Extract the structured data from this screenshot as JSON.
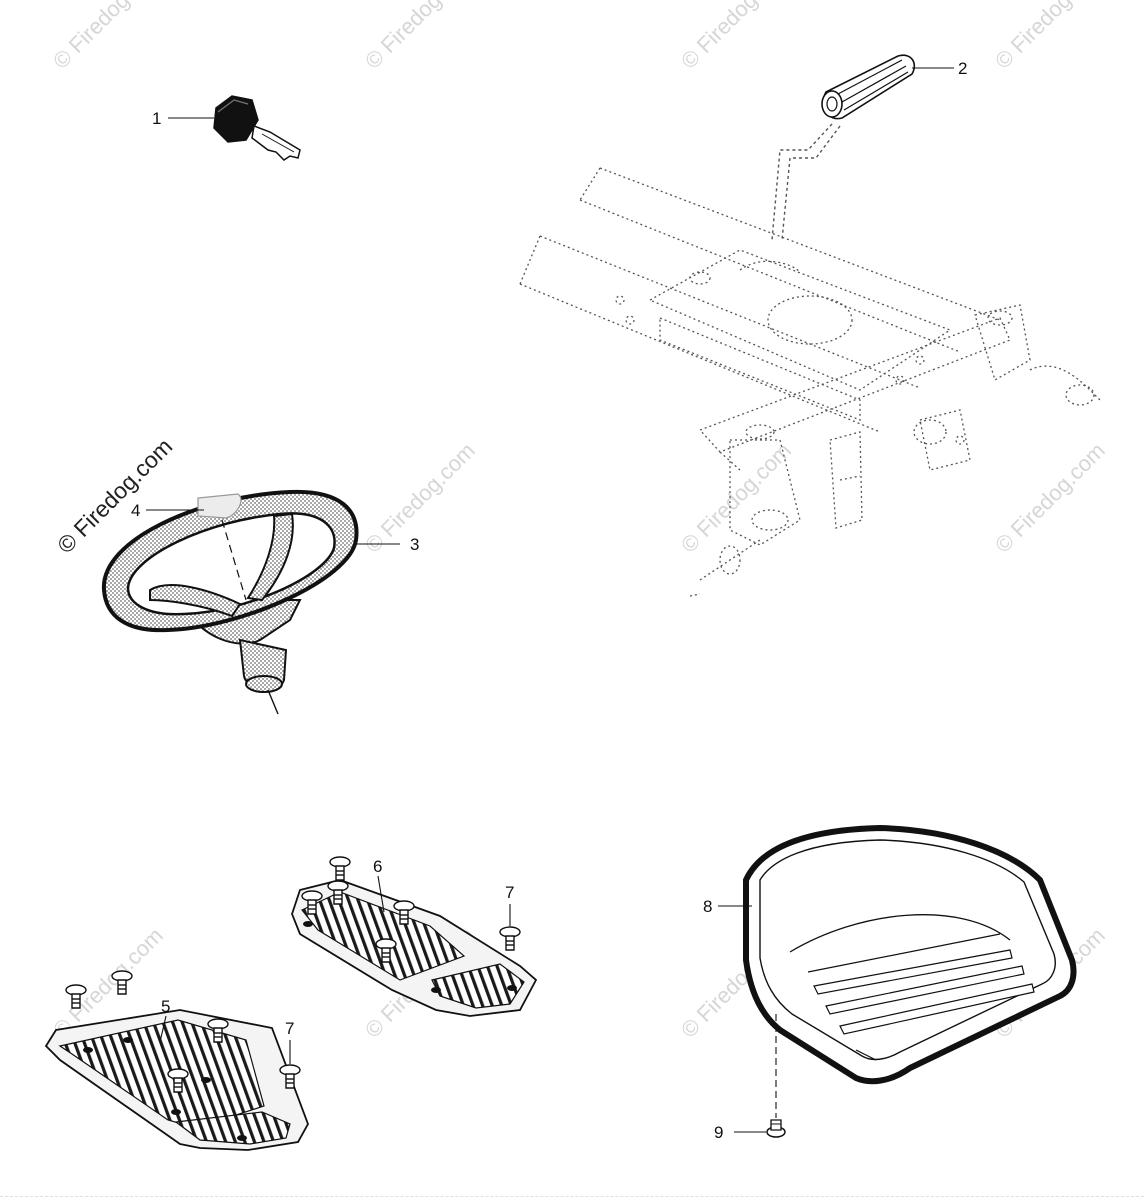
{
  "watermark": {
    "main": "© Firedog.com",
    "faint": "© Firedog.com"
  },
  "callouts": [
    {
      "id": "1",
      "part": "ignition-key"
    },
    {
      "id": "2",
      "part": "lever-grip"
    },
    {
      "id": "3",
      "part": "steering-wheel"
    },
    {
      "id": "4",
      "part": "steering-wheel-cap"
    },
    {
      "id": "5",
      "part": "left-footrest-mat"
    },
    {
      "id": "6",
      "part": "right-footrest-mat"
    },
    {
      "id": "7",
      "part": "push-rivet"
    },
    {
      "id": "8",
      "part": "seat"
    },
    {
      "id": "9",
      "part": "seat-bolt"
    }
  ],
  "colors": {
    "line": "#111111",
    "dotted": "#555555",
    "watermark": "#d6d6d6",
    "shade": "#9a9a9a"
  }
}
